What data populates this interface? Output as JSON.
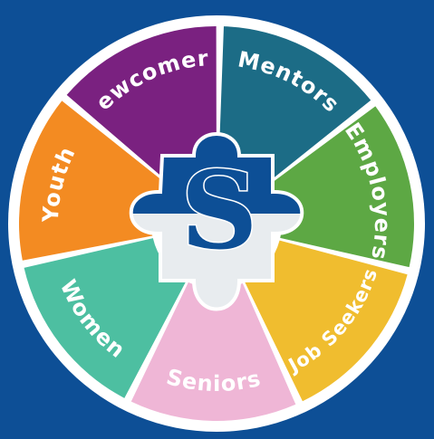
{
  "background_color": "#0d4f96",
  "ring_color": "#ffffff",
  "segments": [
    {
      "label": "Mentors",
      "color": "#1c6c86"
    },
    {
      "label": "Employers",
      "color": "#5da844"
    },
    {
      "label": "Job Seekers",
      "color": "#f0bd2f"
    },
    {
      "label": "Seniors",
      "color": "#efb6d6"
    },
    {
      "label": "Women",
      "color": "#4dbfa1"
    },
    {
      "label": "Youth",
      "color": "#f38b22"
    },
    {
      "label": "Newcomers",
      "color": "#7a2180"
    }
  ],
  "hub": {
    "letter": "S",
    "top_color": "#0d4f96",
    "bottom_color": "#e8ecef"
  }
}
